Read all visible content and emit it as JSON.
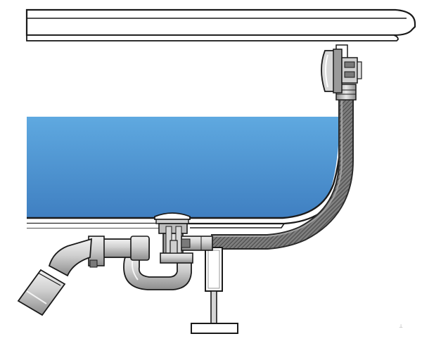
{
  "diagram": {
    "subject": "bathtub-waste-and-overflow-assembly",
    "colors": {
      "water_top": "#5fa9e0",
      "water_bottom": "#3f7fc1",
      "outline": "#1a1a1a",
      "tub_fill": "#ffffff",
      "hose_dark": "#3a3a3a",
      "hose_mid": "#8a8a8a",
      "hose_light": "#bdbdbd",
      "fitting_light": "#ececec",
      "fitting_mid": "#bfbfbf",
      "fitting_dark": "#7f7f7f"
    },
    "parts": [
      "tub-rim",
      "tub-wall",
      "water",
      "overflow-cover",
      "overflow-hose",
      "drain-plug",
      "drain-body",
      "trap",
      "outlet-elbow",
      "outlet-pipe",
      "support-leg"
    ],
    "corner_mark": "⊥"
  }
}
